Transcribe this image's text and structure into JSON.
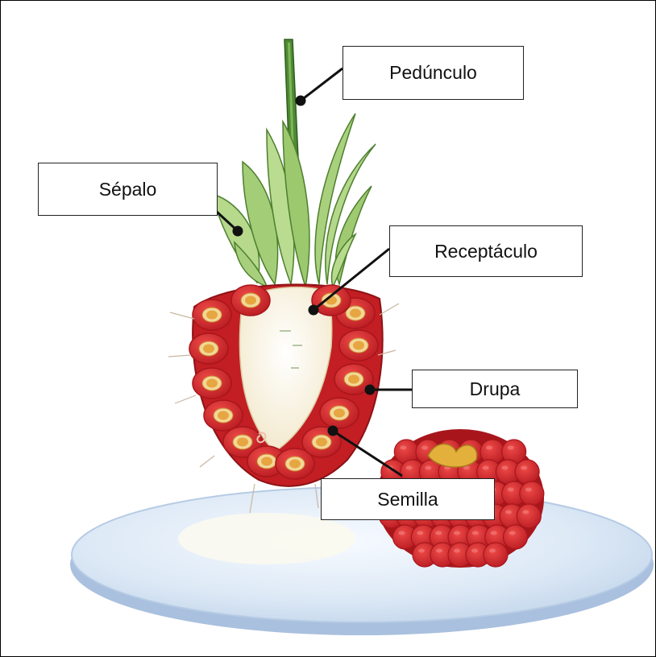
{
  "labels": {
    "peduncle": "Pedúnculo",
    "sepal": "Sépalo",
    "receptacle": "Receptáculo",
    "drupe": "Drupa",
    "seed": "Semilla"
  },
  "colors": {
    "drupelet_red": "#d6262a",
    "drupelet_dark": "#a8161c",
    "seed_core": "#e6a640",
    "seed_ring": "#f3d79a",
    "leaf_green": "#a8cf78",
    "leaf_dark": "#5f9a3a",
    "receptacle": "#fbf4e2",
    "plate": "#d9e8f7",
    "plate_rim": "#b9cde6"
  }
}
